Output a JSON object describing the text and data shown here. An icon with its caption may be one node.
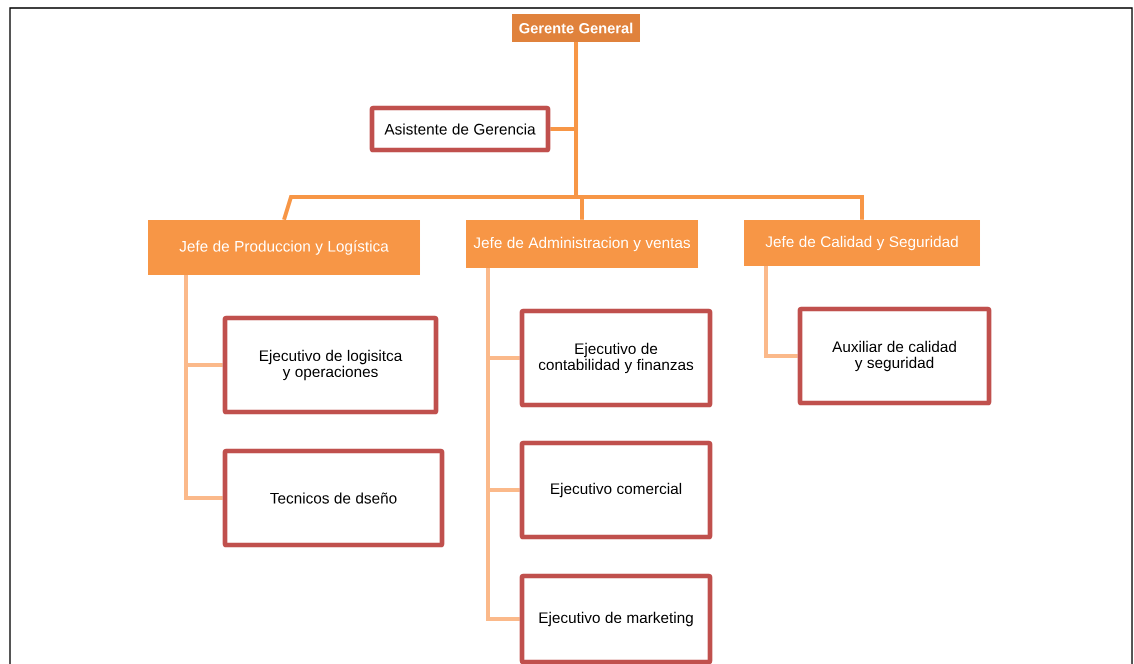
{
  "diagram": {
    "nodes": [
      {
        "text": [
          "Gerente General"
        ]
      },
      {
        "text": [
          "Asistente de Gerencia"
        ]
      },
      {
        "text": [
          "Jefe de Produccion y Logística"
        ]
      },
      {
        "text": [
          "Jefe de Administracion y ventas"
        ]
      },
      {
        "text": [
          "Jefe de Calidad y Seguridad"
        ]
      },
      {
        "text": [
          "Ejecutivo de logisitca y operaciones"
        ]
      },
      {
        "text": [
          "Tecnicos de dseño"
        ]
      },
      {
        "text": [
          "Ejecutivo de contabilidad y finanzas"
        ]
      },
      {
        "text": [
          "Ejecutivo comercial"
        ]
      },
      {
        "text": [
          "Ejecutivo de marketing"
        ]
      },
      {
        "text": [
          "Auxiliar de calidad y seguridad"
        ]
      }
    ],
    "edges": [
      {
        "from": 0,
        "to": 1,
        "arrow": "none"
      },
      {
        "from": 0,
        "to": 2,
        "arrow": "none"
      },
      {
        "from": 0,
        "to": 3,
        "arrow": "none"
      },
      {
        "from": 0,
        "to": 4,
        "arrow": "none"
      },
      {
        "from": 2,
        "to": 5,
        "arrow": "none",
        "color": "#fbb98a"
      },
      {
        "from": 2,
        "to": 6,
        "arrow": "none",
        "color": "#fbb98a"
      },
      {
        "from": 3,
        "to": 7,
        "arrow": "none",
        "color": "#fbb98a"
      },
      {
        "from": 3,
        "to": 8,
        "arrow": "none",
        "color": "#fbb98a"
      },
      {
        "from": 3,
        "to": 9,
        "arrow": "none",
        "color": "#fbb98a"
      },
      {
        "from": 4,
        "to": 10,
        "arrow": "none",
        "color": "#fbb98a"
      }
    ]
  }
}
